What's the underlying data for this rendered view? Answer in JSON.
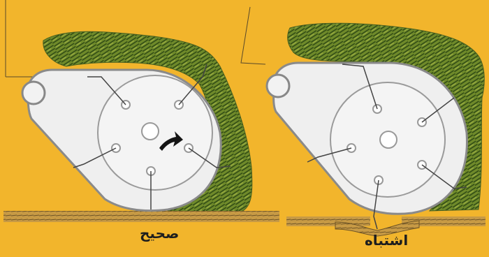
{
  "labels": {
    "correct": "صحیح",
    "wrong": "اشتباه"
  },
  "colors": {
    "background": "#f2b52c",
    "foliage": "#7a8f2e",
    "foliage_dark": "#3f5a1c",
    "housing_fill": "#eeeeee",
    "housing_stroke": "#8a8a8a",
    "ground": "#b08a3a",
    "arrow": "#151515"
  },
  "panels": [
    {
      "id": "correct",
      "caption_key": "correct",
      "has_rotation_arrow": true,
      "ground_disturbed": false
    },
    {
      "id": "wrong",
      "caption_key": "wrong",
      "has_rotation_arrow": false,
      "ground_disturbed": true
    }
  ],
  "icons": {
    "rotation": "curved-arrow-icon"
  }
}
